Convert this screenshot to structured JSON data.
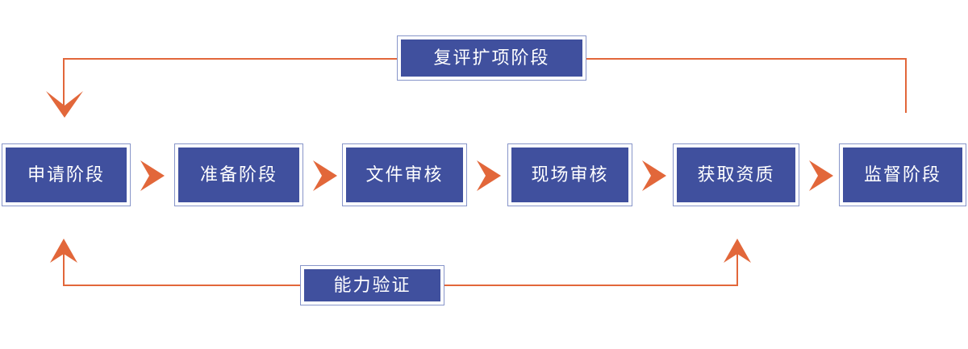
{
  "diagram": {
    "title_accent_color": "#e2673a",
    "box_fill_color": "#40509e",
    "box_border_color": "#8795c9",
    "box_text_color": "#ffffff",
    "stages": [
      {
        "label": "申请阶段"
      },
      {
        "label": "准备阶段"
      },
      {
        "label": "文件审核"
      },
      {
        "label": "现场审核"
      },
      {
        "label": "获取资质"
      },
      {
        "label": "监督阶段"
      }
    ],
    "top_feedback": {
      "label": "复评扩项阶段"
    },
    "bottom_feedback": {
      "label": "能力验证"
    },
    "chevrons": [
      {
        "name": "chevron-1-2"
      },
      {
        "name": "chevron-2-3"
      },
      {
        "name": "chevron-3-4"
      },
      {
        "name": "chevron-4-5"
      },
      {
        "name": "chevron-5-6"
      }
    ]
  }
}
